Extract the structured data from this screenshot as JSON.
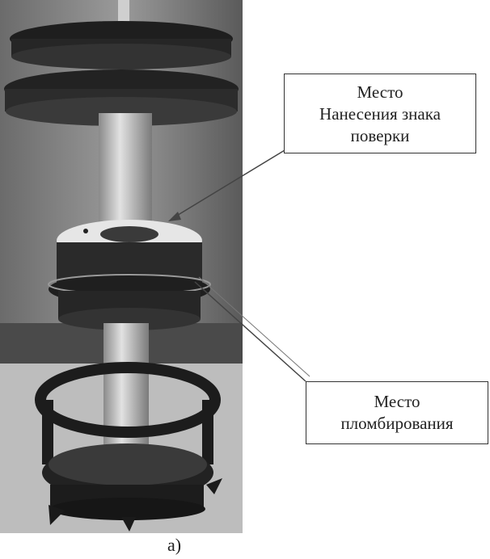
{
  "figure": {
    "caption": "а)",
    "callouts": {
      "verification": {
        "lines": [
          "Место",
          "Нанесения знака",
          "поверки"
        ]
      },
      "sealing": {
        "lines": [
          "Место",
          "пломбирования"
        ]
      }
    },
    "colors": {
      "background": "#ffffff",
      "photo_dark": "#2b2b2b",
      "photo_light": "#d8d8d8",
      "leader_line": "#444444"
    }
  }
}
